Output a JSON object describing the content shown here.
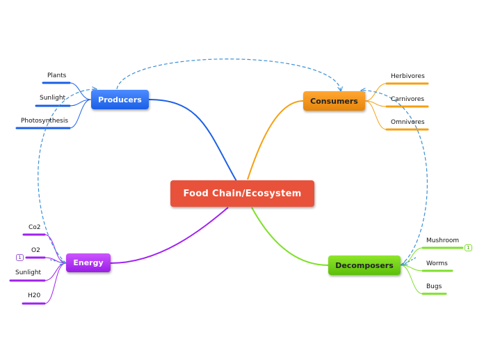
{
  "central_topic": "Food Chain/Ecosystem",
  "branches": {
    "producers": {
      "label": "Producers",
      "color": "#1a5fe6",
      "items": [
        "Plants",
        "Sunlight",
        "Photosynthesis"
      ]
    },
    "consumers": {
      "label": "Consumers",
      "color": "#f5a011",
      "items": [
        "Herbivores",
        "Carnivores",
        "Omnivores"
      ]
    },
    "energy": {
      "label": "Energy",
      "color": "#a020f0",
      "items": [
        "Co2",
        "O2",
        "Sunlight",
        "H20"
      ]
    },
    "decomposers": {
      "label": "Decomposers",
      "color": "#7ee02a",
      "items": [
        "Mushroom",
        "Worms",
        "Bugs"
      ]
    }
  },
  "badges": {
    "o2_count": "1",
    "mushroom_count": "1"
  },
  "relationship_color": "#3a8fd6"
}
